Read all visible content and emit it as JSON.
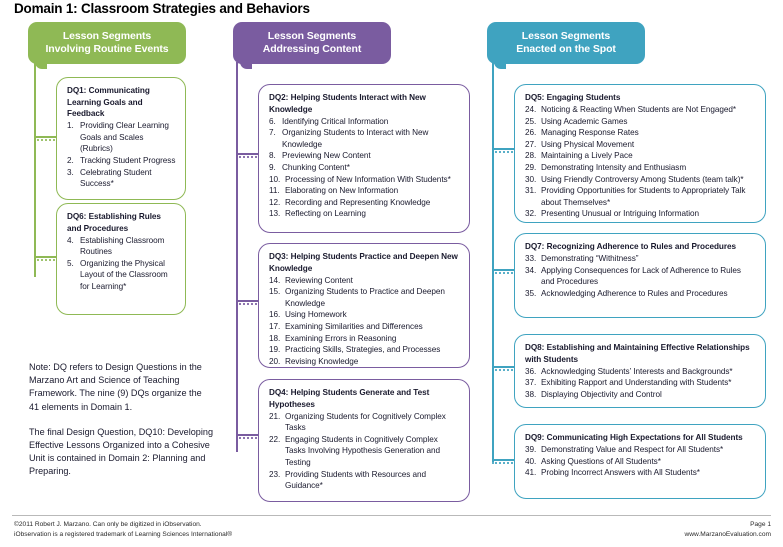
{
  "page_title": "Domain 1: Classroom Strategies and Behaviors",
  "colors": {
    "green": "#8fb955",
    "purple": "#7a5ca0",
    "blue": "#3fa3c0",
    "text": "#1a1a2e",
    "footer_text": "#2a2a2a"
  },
  "columns": [
    {
      "key": "routine",
      "header_line1": "Lesson Segments",
      "header_line2": "Involving Routine Events",
      "color": "#8fb955"
    },
    {
      "key": "content",
      "header_line1": "Lesson Segments",
      "header_line2": "Addressing Content",
      "color": "#7a5ca0"
    },
    {
      "key": "spot",
      "header_line1": "Lesson Segments",
      "header_line2": "Enacted on the Spot",
      "color": "#3fa3c0"
    }
  ],
  "cards": {
    "dq1": {
      "title": "DQ1: Communicating Learning Goals and Feedback",
      "items": [
        {
          "num": "1.",
          "text": "Providing Clear Learning Goals and Scales (Rubrics)"
        },
        {
          "num": "2.",
          "text": "Tracking Student Progress"
        },
        {
          "num": "3.",
          "text": "Celebrating Student Success*"
        }
      ]
    },
    "dq6": {
      "title": "DQ6: Establishing Rules and Procedures",
      "items": [
        {
          "num": "4.",
          "text": "Establishing Classroom Routines"
        },
        {
          "num": "5.",
          "text": "Organizing the Physical Layout of the Classroom for Learning*"
        }
      ]
    },
    "dq2": {
      "title": "DQ2: Helping Students Interact with New Knowledge",
      "items": [
        {
          "num": "6.",
          "text": "Identifying Critical Information"
        },
        {
          "num": "7.",
          "text": "Organizing Students to Interact with New Knowledge"
        },
        {
          "num": "8.",
          "text": "Previewing New Content"
        },
        {
          "num": "9.",
          "text": "Chunking Content*"
        },
        {
          "num": "10.",
          "text": "Processing of New Information With Students*"
        },
        {
          "num": "11.",
          "text": "Elaborating on New Information"
        },
        {
          "num": "12.",
          "text": "Recording and Representing Knowledge"
        },
        {
          "num": "13.",
          "text": "Reflecting on Learning"
        }
      ]
    },
    "dq3": {
      "title": "DQ3: Helping Students Practice and Deepen New Knowledge",
      "items": [
        {
          "num": "14.",
          "text": "Reviewing Content"
        },
        {
          "num": "15.",
          "text": "Organizing Students to Practice and Deepen Knowledge"
        },
        {
          "num": "16.",
          "text": "Using Homework"
        },
        {
          "num": "17.",
          "text": "Examining Similarities and Differences"
        },
        {
          "num": "18.",
          "text": "Examining Errors in Reasoning"
        },
        {
          "num": "19.",
          "text": "Practicing Skills, Strategies, and Processes"
        },
        {
          "num": "20.",
          "text": "Revising Knowledge"
        }
      ]
    },
    "dq4": {
      "title": "DQ4: Helping Students Generate and Test Hypotheses",
      "items": [
        {
          "num": "21.",
          "text": "Organizing Students for Cognitively Complex Tasks"
        },
        {
          "num": "22.",
          "text": "Engaging Students in Cognitively Complex Tasks Involving Hypothesis Generation and Testing"
        },
        {
          "num": "23.",
          "text": "Providing Students with Resources and Guidance*"
        }
      ]
    },
    "dq5": {
      "title": "DQ5: Engaging Students",
      "items": [
        {
          "num": "24.",
          "text": "Noticing & Reacting When Students are Not Engaged*"
        },
        {
          "num": "25.",
          "text": "Using Academic Games"
        },
        {
          "num": "26.",
          "text": "Managing Response Rates"
        },
        {
          "num": "27.",
          "text": "Using Physical Movement"
        },
        {
          "num": "28.",
          "text": "Maintaining a Lively Pace"
        },
        {
          "num": "29.",
          "text": "Demonstrating Intensity and Enthusiasm"
        },
        {
          "num": "30.",
          "text": "Using Friendly Controversy Among Students (team talk)*"
        },
        {
          "num": "31.",
          "text": "Providing Opportunities for Students to Appropriately Talk about Themselves*"
        },
        {
          "num": "32.",
          "text": "Presenting Unusual or Intriguing Information"
        }
      ]
    },
    "dq7": {
      "title": "DQ7: Recognizing Adherence to Rules and Procedures",
      "items": [
        {
          "num": "33.",
          "text": "Demonstrating “Withitness”"
        },
        {
          "num": "34.",
          "text": "Applying Consequences for Lack of Adherence to Rules and Procedures"
        },
        {
          "num": "35.",
          "text": "Acknowledging Adherence to Rules and Procedures"
        }
      ]
    },
    "dq8": {
      "title": "DQ8: Establishing and Maintaining Effective Relationships with Students",
      "items": [
        {
          "num": "36.",
          "text": "Acknowledging Students’ Interests and Backgrounds*"
        },
        {
          "num": "37.",
          "text": "Exhibiting Rapport and Understanding with Students*"
        },
        {
          "num": "38.",
          "text": "Displaying Objectivity and Control"
        }
      ]
    },
    "dq9": {
      "title": "DQ9: Communicating High Expectations for All Students",
      "items": [
        {
          "num": "39.",
          "text": "Demonstrating Value and Respect for All Students*"
        },
        {
          "num": "40.",
          "text": "Asking Questions of All Students*"
        },
        {
          "num": "41.",
          "text": "Probing Incorrect Answers with All Students*"
        }
      ]
    }
  },
  "note": {
    "paragraph1": "Note: DQ refers to Design Questions in the Marzano Art and Science of Teaching Framework. The nine (9) DQs organize the 41 elements in Domain 1.",
    "paragraph2": "The final Design Question, DQ10: Developing Effective Lessons Organized into a Cohesive Unit is contained in Domain 2: Planning and Preparing."
  },
  "footer": {
    "copyright_line1": "©2011 Robert J. Marzano. Can only be digitized in iObservation.",
    "copyright_line2": "iObservation is a registered trademark of Learning Sciences International®",
    "page_label": "Page 1",
    "website": "www.MarzanoEvaluation.com"
  }
}
